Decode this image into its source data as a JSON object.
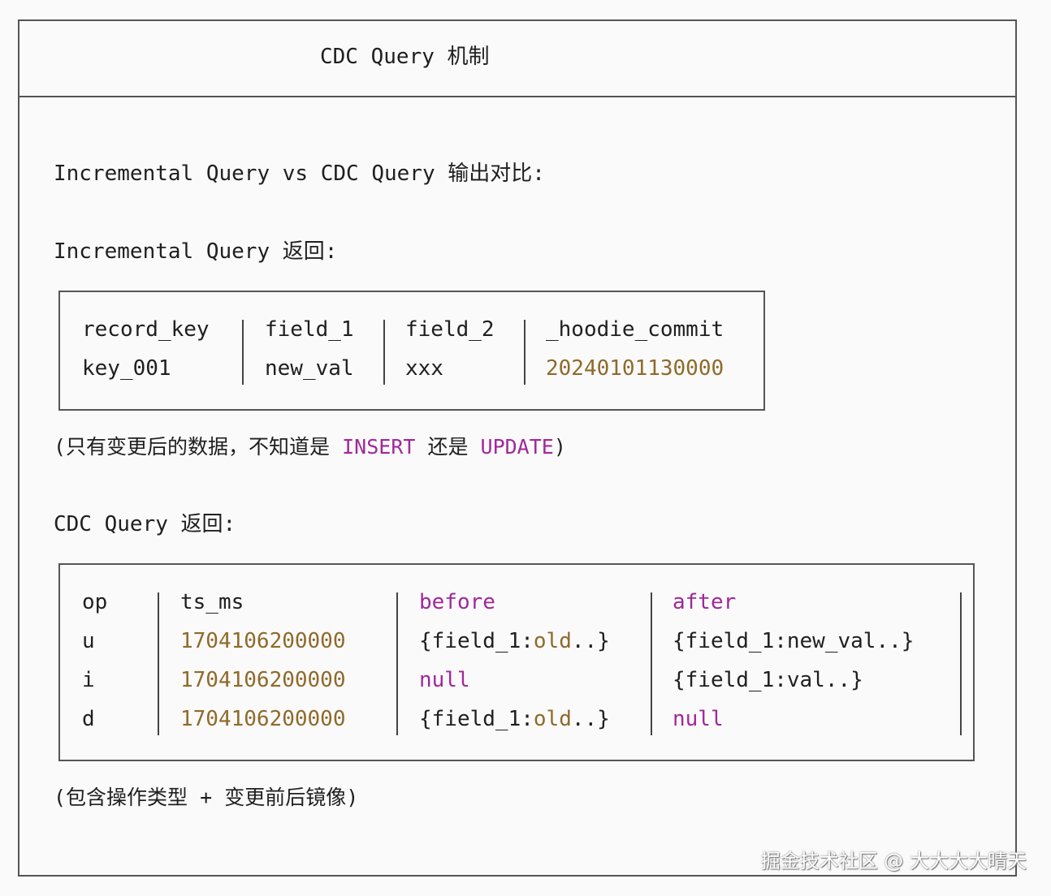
{
  "title": "CDC Query 机制",
  "heading": "Incremental Query vs CDC Query 输出对比:",
  "incremental": {
    "label": "Incremental Query 返回:",
    "headers": [
      "record_key",
      "field_1",
      "field_2",
      "_hoodie_commit"
    ],
    "row": [
      "key_001",
      "new_val",
      "xxx",
      "20240101130000"
    ],
    "note_prefix": "(只有变更后的数据，不知道是 ",
    "note_kw1": "INSERT",
    "note_mid": " 还是 ",
    "note_kw2": "UPDATE",
    "note_suffix": ")"
  },
  "cdc": {
    "label": "CDC Query 返回:",
    "headers": [
      "op",
      "ts_ms",
      "before",
      "after"
    ],
    "rows": [
      {
        "op": "u",
        "ts": "1704106200000",
        "before_a": "{field_1:",
        "before_b": "old",
        "before_c": "..}",
        "after_a": "{field_1:new_val..}",
        "after_b": ""
      },
      {
        "op": "i",
        "ts": "1704106200000",
        "before_a": "null",
        "before_b": "",
        "before_c": "",
        "after_a": "{field_1:val..}",
        "after_b": ""
      },
      {
        "op": "d",
        "ts": "1704106200000",
        "before_a": "{field_1:",
        "before_b": "old",
        "before_c": "..}",
        "after_a": "",
        "after_b": "null"
      }
    ],
    "note": "(包含操作类型 + 变更前后镜像)"
  },
  "watermark": "掘金技术社区 @ 大大大大晴天",
  "colors": {
    "keyword": "#a0289a",
    "number": "#8f6a2a",
    "border": "#555555"
  }
}
